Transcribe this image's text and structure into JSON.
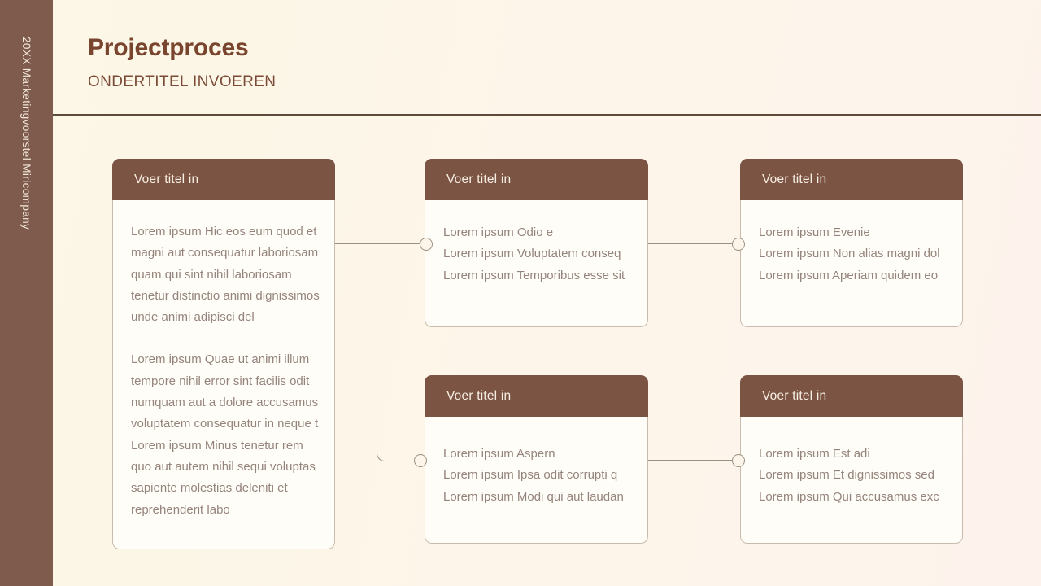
{
  "slide": {
    "title": "Projectproces",
    "subtitle": "ONDERTITEL INVOEREN",
    "sidebar_text": "20XX Marketingvoorstel Miricompany"
  },
  "colors": {
    "sidebar_brown": "#7e5b4d",
    "card_header_brown": "#7c5444",
    "title_brown": "#7a452f",
    "body_text": "#95847b",
    "background_cream": "#fcf7e5",
    "background_pink": "#fdf3ec",
    "connector_gray": "#9a9181"
  },
  "cards": [
    {
      "title": "Voer titel in",
      "paragraphs": [
        [
          "Lorem ipsum Hic eos eum quod et",
          "magni aut consequatur laboriosam",
          "quam qui sint nihil laboriosam",
          "tenetur distinctio animi dignissimos",
          "unde animi adipisci del"
        ],
        [
          "Lorem ipsum Quae ut animi illum",
          "tempore nihil error sint facilis odit",
          "numquam aut a dolore accusamus",
          "voluptatem consequatur in neque t",
          "Lorem ipsum Minus tenetur rem",
          "quo aut autem nihil sequi voluptas",
          "sapiente molestias deleniti et",
          "reprehenderit labo"
        ]
      ]
    },
    {
      "title": "Voer titel in",
      "paragraphs": [
        [
          "Lorem ipsum Odio e",
          "Lorem ipsum Voluptatem conseq",
          "Lorem ipsum Temporibus esse sit"
        ]
      ]
    },
    {
      "title": "Voer titel in",
      "paragraphs": [
        [
          "Lorem ipsum Evenie",
          "Lorem ipsum Non alias magni dol",
          "Lorem ipsum Aperiam quidem eo"
        ]
      ]
    },
    {
      "title": "Voer titel in",
      "paragraphs": [
        [
          "Lorem ipsum Aspern",
          "Lorem ipsum Ipsa odit corrupti q",
          "Lorem ipsum Modi qui aut laudan"
        ]
      ]
    },
    {
      "title": "Voer titel in",
      "paragraphs": [
        [
          "Lorem ipsum Est adi",
          "Lorem ipsum Et dignissimos sed",
          "Lorem ipsum Qui accusamus exc"
        ]
      ]
    }
  ]
}
